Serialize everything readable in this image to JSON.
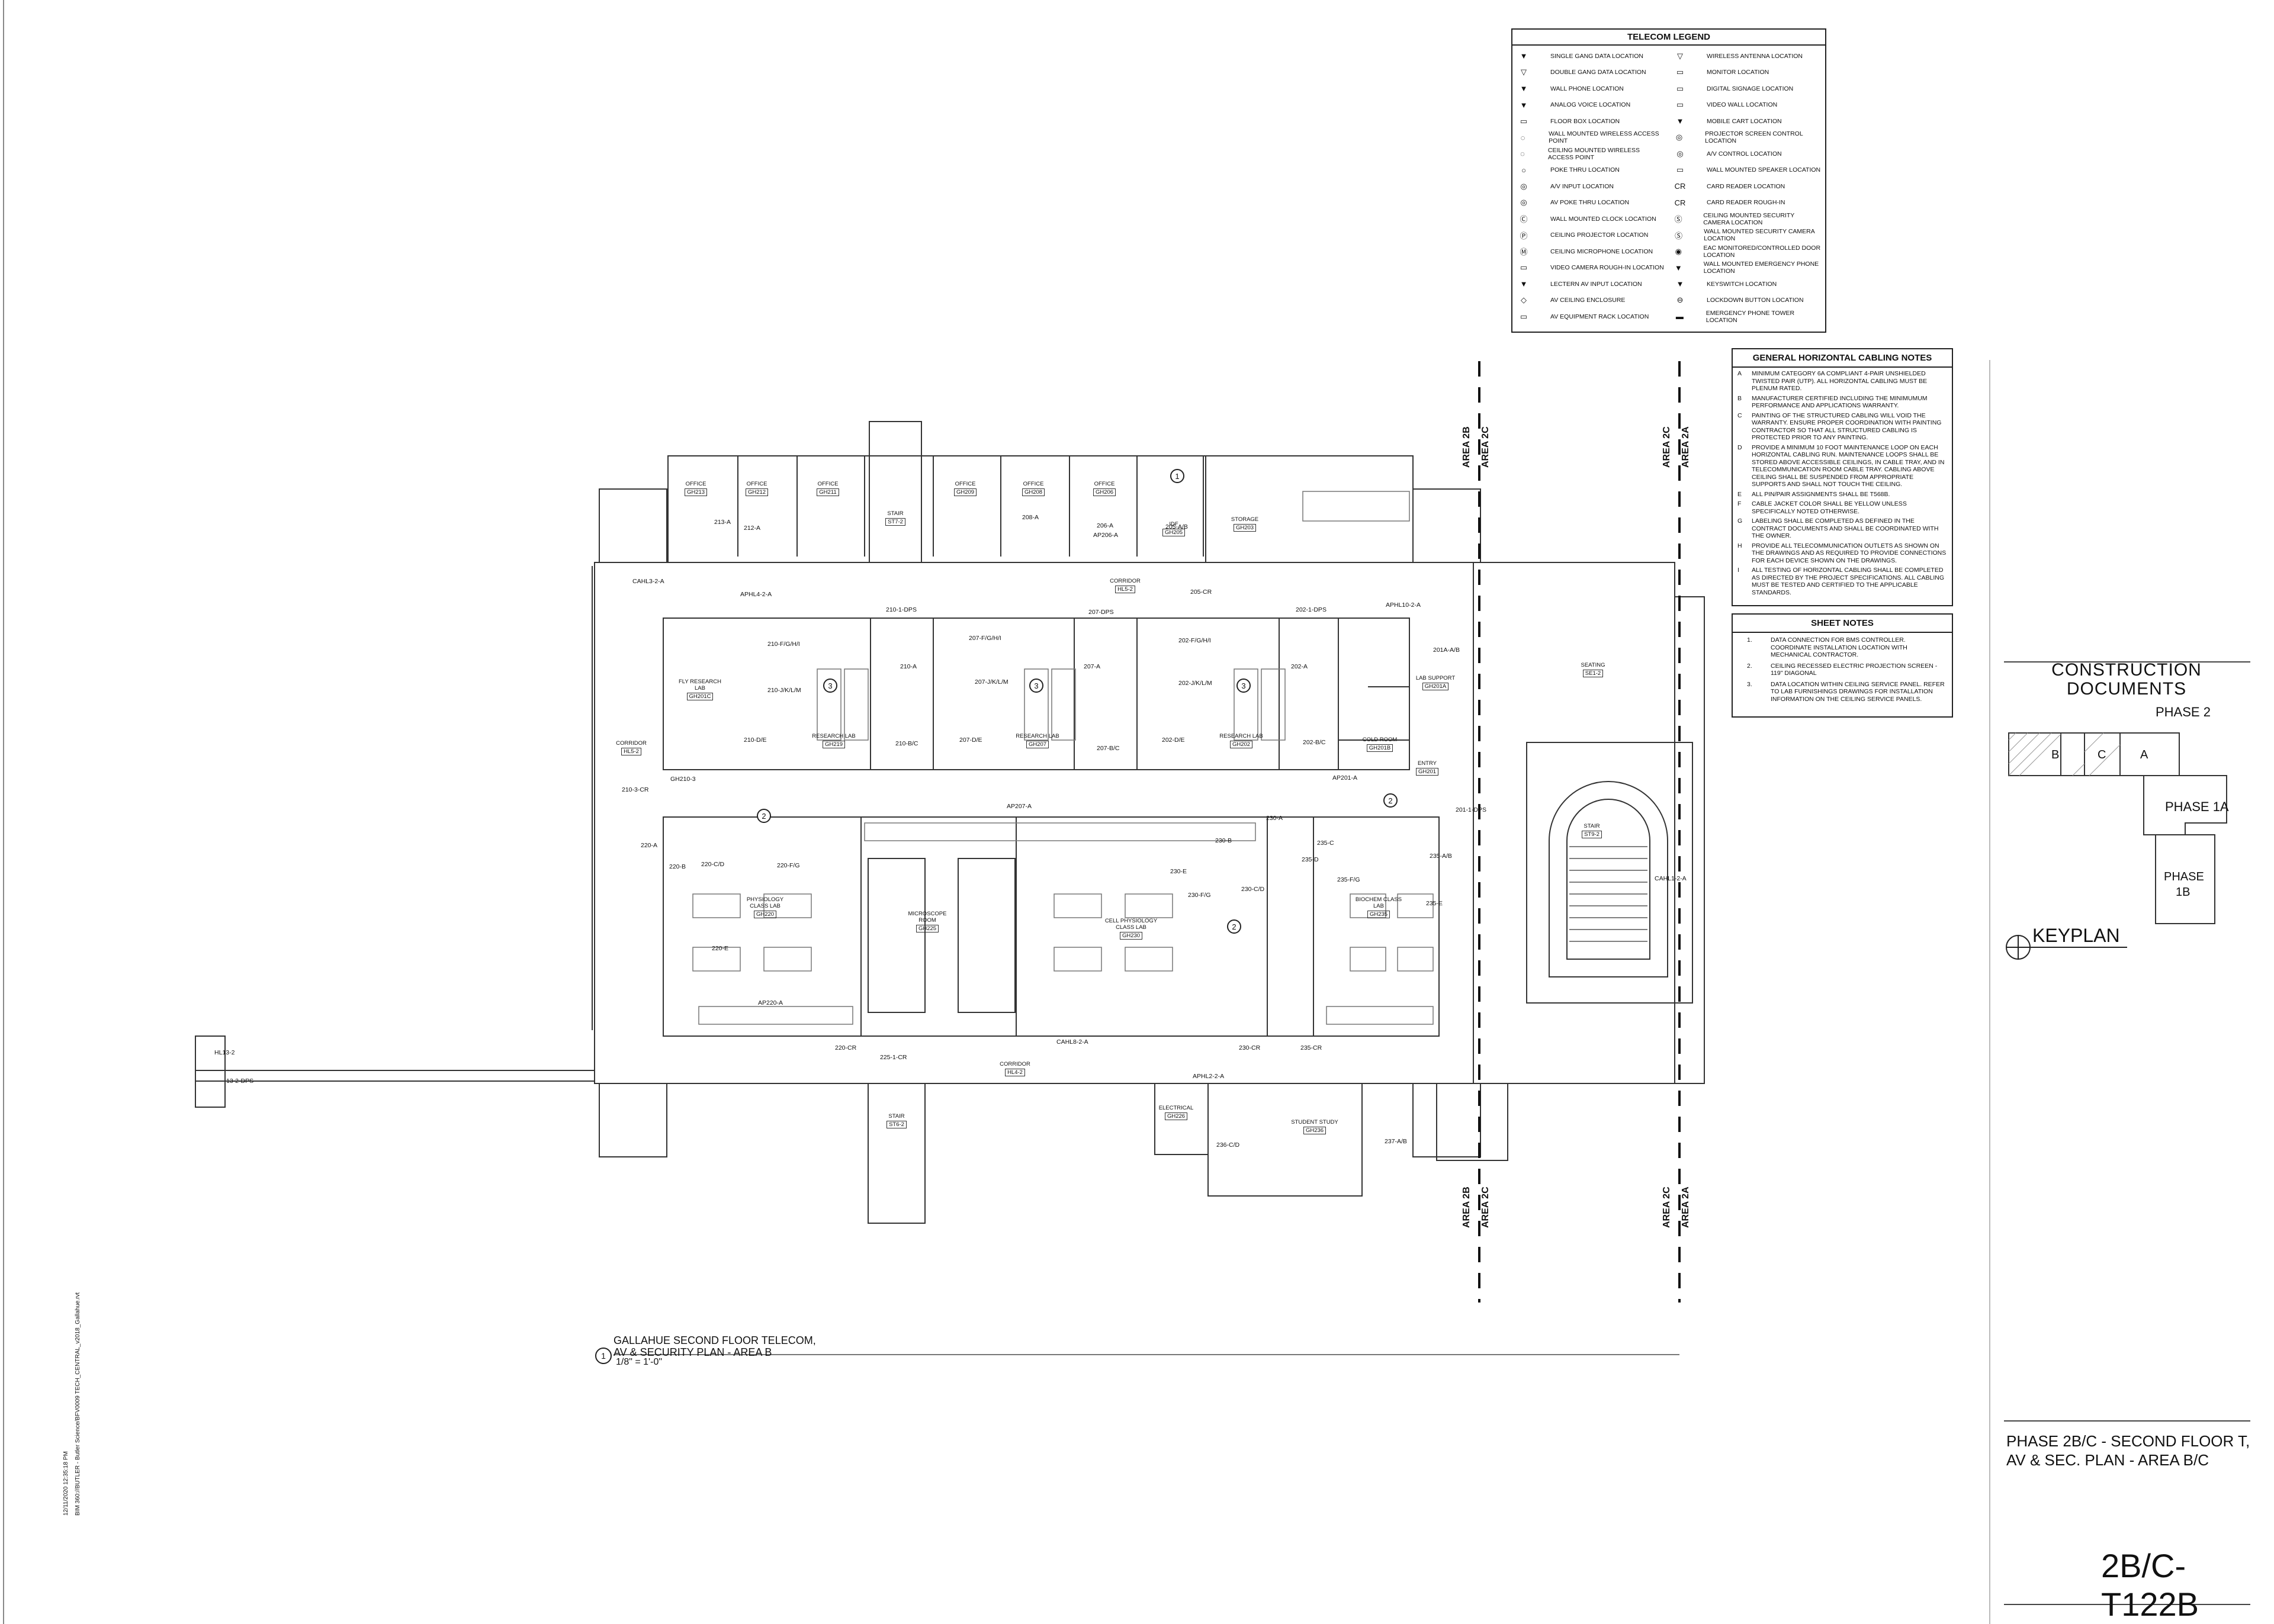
{
  "legend": {
    "title": "TELECOM LEGEND",
    "left": [
      {
        "icon": "single-gang-triangle-icon",
        "glyph": "▼",
        "label": "SINGLE GANG DATA LOCATION"
      },
      {
        "icon": "double-gang-triangle-icon",
        "glyph": "▽",
        "label": "DOUBLE GANG DATA LOCATION"
      },
      {
        "icon": "wall-phone-triangle-icon",
        "glyph": "▼",
        "label": "WALL PHONE LOCATION"
      },
      {
        "icon": "analog-voice-triangle-icon",
        "glyph": "▼",
        "label": "ANALOG VOICE LOCATION"
      },
      {
        "icon": "floor-box-icon",
        "glyph": "▭",
        "label": "FLOOR BOX LOCATION"
      },
      {
        "icon": "wall-wap-icon",
        "glyph": "◌",
        "label": "WALL MOUNTED WIRELESS ACCESS POINT"
      },
      {
        "icon": "ceiling-wap-icon",
        "glyph": "◌",
        "label": "CEILING MOUNTED WIRELESS ACCESS POINT"
      },
      {
        "icon": "poke-thru-icon",
        "glyph": "○",
        "label": "POKE THRU LOCATION"
      },
      {
        "icon": "av-input-icon",
        "glyph": "◎",
        "label": "A/V INPUT LOCATION"
      },
      {
        "icon": "av-poke-thru-icon",
        "glyph": "◎",
        "label": "AV POKE THRU LOCATION"
      },
      {
        "icon": "wall-clock-icon",
        "glyph": "Ⓒ",
        "label": "WALL MOUNTED CLOCK LOCATION"
      },
      {
        "icon": "ceiling-projector-icon",
        "glyph": "Ⓟ",
        "label": "CEILING PROJECTOR LOCATION"
      },
      {
        "icon": "ceiling-microphone-icon",
        "glyph": "Ⓜ",
        "label": "CEILING MICROPHONE LOCATION"
      },
      {
        "icon": "video-camera-icon",
        "glyph": "▭",
        "label": "VIDEO CAMERA ROUGH-IN LOCATION"
      },
      {
        "icon": "lectern-input-icon",
        "glyph": "▼",
        "label": "LECTERN AV INPUT LOCATION"
      },
      {
        "icon": "av-ceiling-enclosure-icon",
        "glyph": "◇",
        "label": "AV CEILING ENCLOSURE"
      },
      {
        "icon": "av-rack-icon",
        "glyph": "▭",
        "label": "AV EQUIPMENT RACK LOCATION"
      }
    ],
    "right": [
      {
        "icon": "wireless-antenna-icon",
        "glyph": "▽",
        "label": "WIRELESS ANTENNA LOCATION"
      },
      {
        "icon": "monitor-icon",
        "glyph": "▭",
        "label": "MONITOR LOCATION"
      },
      {
        "icon": "digital-signage-icon",
        "glyph": "▭",
        "label": "DIGITAL SIGNAGE LOCATION"
      },
      {
        "icon": "video-wall-icon",
        "glyph": "▭",
        "label": "VIDEO WALL LOCATION"
      },
      {
        "icon": "mobile-cart-icon",
        "glyph": "▼",
        "label": "MOBILE CART LOCATION"
      },
      {
        "icon": "projector-screen-control-icon",
        "glyph": "◎",
        "label": "PROJECTOR SCREEN CONTROL LOCATION"
      },
      {
        "icon": "av-control-icon",
        "glyph": "◎",
        "label": "A/V CONTROL LOCATION"
      },
      {
        "icon": "wall-speaker-icon",
        "glyph": "▭",
        "label": "WALL MOUNTED SPEAKER LOCATION"
      },
      {
        "icon": "card-reader-icon",
        "glyph": "CR",
        "label": "CARD READER LOCATION"
      },
      {
        "icon": "card-reader-rough-in-icon",
        "glyph": "CR",
        "label": "CARD READER ROUGH-IN"
      },
      {
        "icon": "ceiling-security-camera-icon",
        "glyph": "Ⓢ",
        "label": "CEILING MOUNTED SECURITY CAMERA LOCATION"
      },
      {
        "icon": "wall-security-camera-icon",
        "glyph": "Ⓢ",
        "label": "WALL MOUNTED SECURITY CAMERA LOCATION"
      },
      {
        "icon": "eac-door-icon",
        "glyph": "◉",
        "label": "EAC MONITORED/CONTROLLED DOOR LOCATION"
      },
      {
        "icon": "emergency-phone-icon",
        "glyph": "▼",
        "label": "WALL MOUNTED EMERGENCY PHONE LOCATION"
      },
      {
        "icon": "keyswitch-icon",
        "glyph": "▼",
        "label": "KEYSWITCH LOCATION"
      },
      {
        "icon": "lockdown-button-icon",
        "glyph": "⊖",
        "label": "LOCKDOWN BUTTON LOCATION"
      },
      {
        "icon": "emergency-tower-icon",
        "glyph": "▬",
        "label": "EMERGENCY PHONE TOWER LOCATION"
      }
    ]
  },
  "general_notes": {
    "title": "GENERAL HORIZONTAL CABLING NOTES",
    "items": [
      {
        "k": "A",
        "t": "MINIMUM CATEGORY 6A COMPLIANT 4-PAIR UNSHIELDED TWISTED PAIR (UTP). ALL HORIZONTAL CABLING MUST BE PLENUM RATED."
      },
      {
        "k": "B",
        "t": "MANUFACTURER CERTIFIED INCLUDING THE MINIMUMUM PERFORMANCE AND APPLICATIONS WARRANTY."
      },
      {
        "k": "C",
        "t": "PAINTING OF THE STRUCTURED CABLING WILL VOID THE WARRANTY. ENSURE PROPER COORDINATION WITH PAINTING CONTRACTOR SO THAT ALL STRUCTURED CABLING IS PROTECTED PRIOR TO ANY PAINTING."
      },
      {
        "k": "D",
        "t": "PROVIDE A MINIMUM 10 FOOT MAINTENANCE LOOP ON EACH HORIZONTAL CABLING RUN. MAINTENANCE LOOPS SHALL BE STORED ABOVE ACCESSIBLE CEILINGS, IN CABLE TRAY, AND IN TELECOMMUNICATION ROOM CABLE TRAY. CABLING ABOVE CEILING SHALL BE SUSPENDED FROM APPROPRIATE SUPPORTS AND SHALL NOT TOUCH THE CEILING."
      },
      {
        "k": "E",
        "t": "ALL PIN/PAIR ASSIGNMENTS SHALL BE T568B."
      },
      {
        "k": "F",
        "t": "CABLE JACKET COLOR SHALL BE YELLOW UNLESS SPECIFICALLY NOTED OTHERWISE."
      },
      {
        "k": "G",
        "t": "LABELING SHALL BE COMPLETED AS DEFINED IN THE CONTRACT DOCUMENTS AND SHALL BE COORDINATED WITH THE OWNER."
      },
      {
        "k": "H",
        "t": "PROVIDE ALL TELECOMMUNICATION OUTLETS AS SHOWN ON THE DRAWINGS AND AS REQUIRED TO PROVIDE CONNECTIONS FOR EACH DEVICE SHOWN ON THE DRAWINGS."
      },
      {
        "k": "I",
        "t": "ALL TESTING OF HORIZONTAL CABLING SHALL BE COMPLETED AS DIRECTED BY THE PROJECT SPECIFICATIONS. ALL CABLING MUST BE TESTED AND CERTIFIED TO THE APPLICABLE STANDARDS."
      }
    ]
  },
  "sheet_notes": {
    "title": "SHEET NOTES",
    "items": [
      {
        "k": "1.",
        "t": "DATA CONNECTION FOR BMS CONTROLLER. COORDINATE INSTALLATION LOCATION WITH MECHANICAL CONTRACTOR."
      },
      {
        "k": "2.",
        "t": "CEILING RECESSED ELECTRIC PROJECTION SCREEN - 119\" DIAGONAL"
      },
      {
        "k": "3.",
        "t": "DATA LOCATION WITHIN CEILING SERVICE PANEL. REFER TO LAB FURNISHINGS DRAWINGS FOR INSTALLATION INFORMATION ON THE CEILING SERVICE PANELS."
      }
    ]
  },
  "title_block": {
    "construction_line1": "CONSTRUCTION",
    "construction_line2": "DOCUMENTS",
    "phase": "PHASE 2",
    "keyplan": "KEYPLAN",
    "keyplan_areas": [
      "B",
      "C",
      "A",
      "PHASE 1A",
      "PHASE",
      "1B"
    ],
    "sheet_title_1": "PHASE 2B/C - SECOND FLOOR T,",
    "sheet_title_2": "AV & SEC. PLAN - AREA B/C",
    "sheet_number": "2B/C-T122B"
  },
  "drawing_title": {
    "number": "1",
    "line1": "GALLAHUE SECOND FLOOR TELECOM,",
    "line2": "AV & SECURITY PLAN - AREA B",
    "scale": "1/8\" = 1'-0\""
  },
  "stamp": {
    "line1": "12/11/2020 12:35:18 PM",
    "line2": "BIM 360://BUTLER - Butler Science/BFV0009 TECH_CENTRAL_v2018_Gallahue.rvt"
  },
  "area_lines": [
    "AREA 2B",
    "AREA 2C",
    "AREA 2C",
    "AREA 2A"
  ],
  "rooms": [
    {
      "name": "OFFICE",
      "num": "GH213"
    },
    {
      "name": "OFFICE",
      "num": "GH212"
    },
    {
      "name": "OFFICE",
      "num": "GH211"
    },
    {
      "name": "STAIR",
      "num": "ST7-2"
    },
    {
      "name": "OFFICE",
      "num": "GH209"
    },
    {
      "name": "OFFICE",
      "num": "GH208"
    },
    {
      "name": "OFFICE",
      "num": "GH206"
    },
    {
      "name": "IDF",
      "num": "GH205"
    },
    {
      "name": "STORAGE",
      "num": "GH203"
    },
    {
      "name": "CORRIDOR",
      "num": "HL5-2"
    },
    {
      "name": "FLY RESEARCH LAB",
      "num": "GH201C"
    },
    {
      "name": "RESEARCH LAB",
      "num": "GH219"
    },
    {
      "name": "RESEARCH LAB",
      "num": "GH207"
    },
    {
      "name": "RESEARCH LAB",
      "num": "GH202"
    },
    {
      "name": "LAB SUPPORT",
      "num": "GH201A"
    },
    {
      "name": "COLD ROOM",
      "num": "GH201B"
    },
    {
      "name": "ENTRY",
      "num": "GH201"
    },
    {
      "name": "SEATING",
      "num": "SE1-2"
    },
    {
      "name": "CORRIDOR",
      "num": "HL5-2"
    },
    {
      "name": "PHYSIOLOGY CLASS LAB",
      "num": "GH220"
    },
    {
      "name": "MICROSCOPE ROOM",
      "num": "GH225"
    },
    {
      "name": "CELL PHYSIOLOGY CLASS LAB",
      "num": "GH230"
    },
    {
      "name": "BIOCHEM CLASS LAB",
      "num": "GH235"
    },
    {
      "name": "STAIR",
      "num": "ST9-2"
    },
    {
      "name": "CORRIDOR",
      "num": "HL4-2"
    },
    {
      "name": "STAIR",
      "num": "ST6-2"
    },
    {
      "name": "ELECTRICAL",
      "num": "GH226"
    },
    {
      "name": "STUDENT STUDY",
      "num": "GH236"
    }
  ],
  "tags": [
    "213-A",
    "212-A",
    "208-A",
    "206-A",
    "AP206-A",
    "205-A/B",
    "205-CR",
    "CAHL3-2-A",
    "APHL4-2-A",
    "APHL10-2-A",
    "210-1-DPS",
    "207-DPS",
    "202-1-DPS",
    "210-F/G/H/I",
    "210-J/K/L/M",
    "207-F/G/H/I",
    "207-J/K/L/M",
    "202-F/G/H/I",
    "202-J/K/L/M",
    "210-A",
    "207-A",
    "202-A",
    "201A-A/B",
    "210-D/E",
    "210-B/C",
    "207-D/E",
    "207-B/C",
    "202-D/E",
    "202-B/C",
    "AP201-A",
    "AP207-A",
    "210-3-CR",
    "GH210-3",
    "220-A",
    "220-B",
    "220-C/D",
    "220-F/G",
    "220-E",
    "AP220-A",
    "220-CR",
    "225-1-CR",
    "230-A",
    "230-B",
    "230-E",
    "230-F/G",
    "230-C/D",
    "230-CR",
    "235-C",
    "235-D",
    "235-F/G",
    "235-A/B",
    "235-E",
    "235-CR",
    "201-1-DPS",
    "CAHL1-2-A",
    "CAHL8-2-A",
    "APHL2-2-A",
    "236-C/D",
    "237-A/B",
    "HL13-2",
    "13-2-DPS"
  ]
}
